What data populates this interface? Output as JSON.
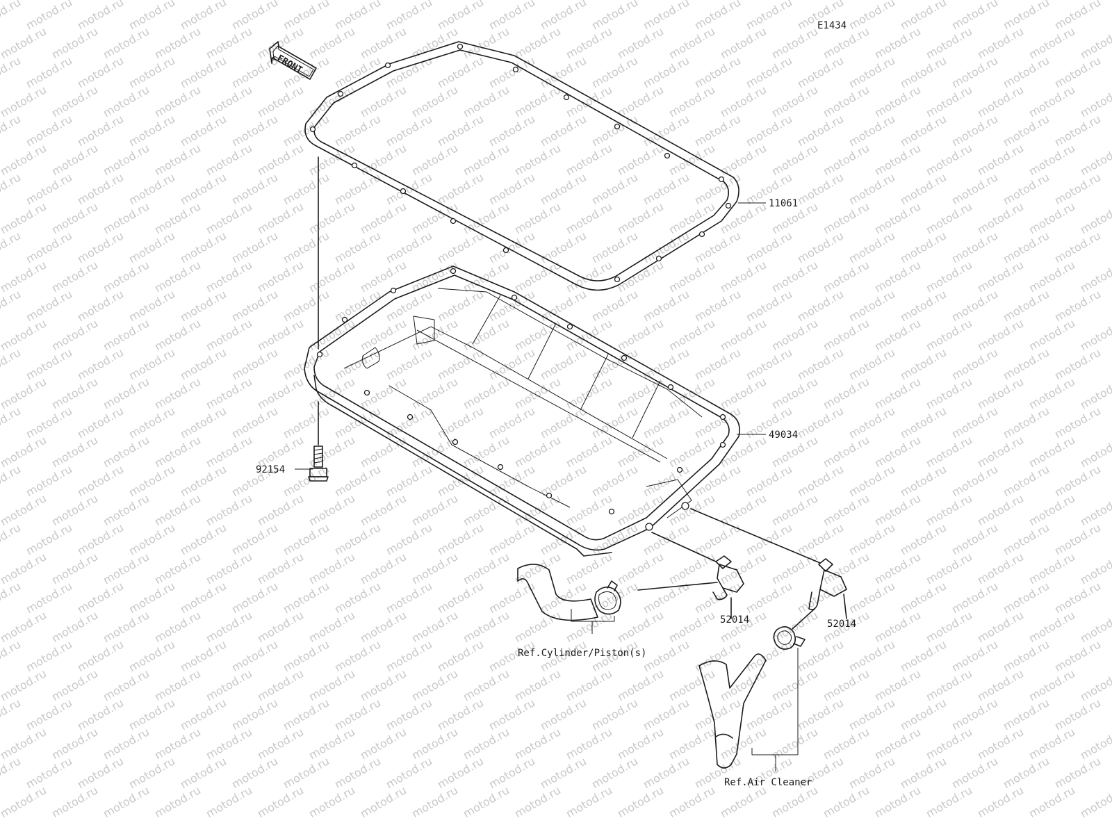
{
  "diagram": {
    "code": "E1434",
    "front_label": "FRONT",
    "watermark_text": "motod.ru",
    "parts": [
      {
        "id": "oil-pan-gasket",
        "number": "11061"
      },
      {
        "id": "oil-pan",
        "number": "49034"
      },
      {
        "id": "oil-pan-bolt",
        "number": "92154"
      },
      {
        "id": "fitting-left",
        "number": "52014"
      },
      {
        "id": "fitting-right",
        "number": "52014"
      }
    ],
    "references": [
      {
        "id": "ref-cylinder",
        "text": "Ref.Cylinder/Piston(s)"
      },
      {
        "id": "ref-air-cleaner",
        "text": "Ref.Air Cleaner"
      }
    ],
    "colors": {
      "line": "#1a1a1a",
      "watermark": "#c8c8c8",
      "background": "#ffffff"
    }
  }
}
